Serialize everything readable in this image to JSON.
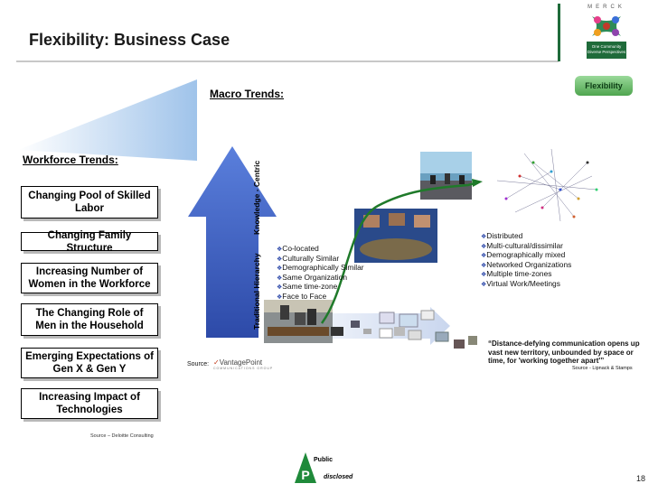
{
  "slide": {
    "title": "Flexibility: Business Case",
    "page_number": "18",
    "tab_label": "Flexibility"
  },
  "logo": {
    "word": "MERCK",
    "tagline": "One Community Diverse Perspectives"
  },
  "macro": {
    "heading": "Macro Trends:",
    "axis_knowledge": "Knowledge - Centric",
    "axis_hierarchy": "Traditional Hierarchy",
    "source_label": "Source:",
    "vantage_name": "VantagePoint",
    "vantage_tag": "COMMUNICATIONS GROUP",
    "left_bullets": [
      "Co-located",
      "Culturally Similar",
      "Demographically Similar",
      "Same Organization",
      "Same time-zone",
      "Face to Face"
    ],
    "right_bullets": [
      "Distributed",
      "Multi-cultural/dissimilar",
      "Demographically mixed",
      "Networked Organizations",
      "Multiple time-zones",
      "Virtual Work/Meetings"
    ],
    "quote": "“Distance-defying communication opens up vast new territory, unbounded by space or time, for 'working together apart'”",
    "quote_source": "Source - Lipnack & Stamps"
  },
  "workforce": {
    "heading": "Workforce Trends:",
    "boxes": [
      "Changing Pool of Skilled Labor",
      "Changing Family Structure",
      "Increasing Number of Women in the Workforce",
      "The Changing Role of Men in the Household",
      "Emerging Expectations of Gen X & Gen Y",
      "Increasing Impact of Technologies"
    ],
    "source": "Source – Deloitte Consulting"
  },
  "footer": {
    "public_letter": "P",
    "public_word": "Public",
    "disclosed_word": "disclosed"
  },
  "colors": {
    "arrow_blue": "#3e63c8",
    "curve_green": "#1f7a2a",
    "brand_green": "#1f6b3a",
    "bullet_blue": "#2a46a8"
  }
}
